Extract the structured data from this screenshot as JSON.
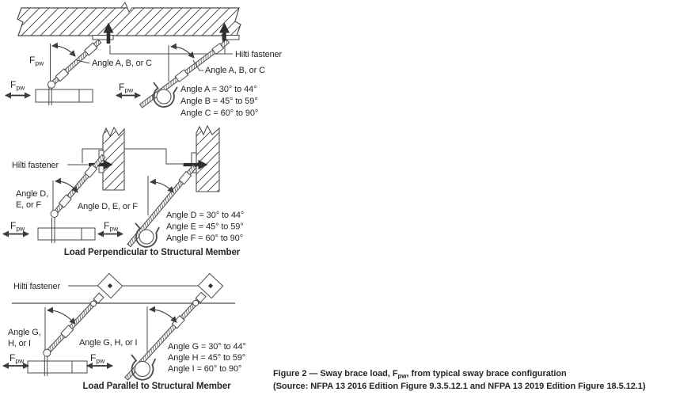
{
  "fpw": {
    "main": "F",
    "sub": "pw"
  },
  "hilti_label": "Hilti fastener",
  "top": {
    "angle_label": "Angle A, B, or C",
    "def_a": "Angle A = 30° to 44°",
    "def_b": "Angle B = 45° to 59°",
    "def_c": "Angle C = 60° to 90°"
  },
  "middle": {
    "angle_label_l1": "Angle D,",
    "angle_label_l2": "E, or F",
    "angle_label": "Angle D, E, or F",
    "def_d": "Angle D = 30° to 44°",
    "def_e": "Angle E = 45° to 59°",
    "def_f": "Angle F = 60° to 90°",
    "caption": "Load Perpendicular to Structural Member"
  },
  "bottom": {
    "angle_label_l1": "Angle G,",
    "angle_label_l2": "H, or I",
    "angle_label": "Angle G, H, or I",
    "def_g": "Angle G = 30° to 44°",
    "def_h": "Angle H = 45° to 59°",
    "def_i": "Angle I = 60° to 90°",
    "caption": "Load Parallel to Structural Member"
  },
  "figure_caption": {
    "line1_prefix": "Figure 2 — Sway brace load, F",
    "line1_sub": "pw",
    "line1_suffix": ", from typical sway brace configuration",
    "line2": "(Source:  NFPA 13 2016 Edition Figure 9.3.5.12.1 and NFPA 13 2019 Edition Figure 18.5.12.1)"
  },
  "colors": {
    "ink": "#2e2e2e",
    "line": "#4a4a4a",
    "background": "#ffffff"
  }
}
